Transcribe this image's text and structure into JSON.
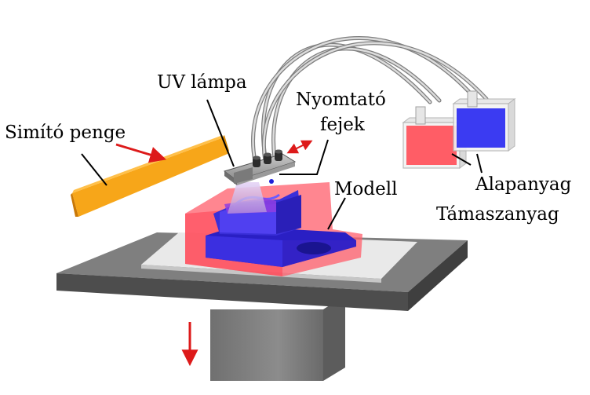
{
  "labels": {
    "uv_lamp": "UV lámpa",
    "print_heads_line1": "Nyomtató",
    "print_heads_line2": "fejek",
    "recoater_blade": "Simító penge",
    "model": "Modell",
    "base_material": "Alapanyag",
    "support_material": "Támaszanyag"
  },
  "colors": {
    "build_material": "#3a2fd8",
    "support_material": "#ff4b5a",
    "blade": "#f5a00c",
    "arrow": "#dd1a1a",
    "platform": "#6d6d6d"
  }
}
